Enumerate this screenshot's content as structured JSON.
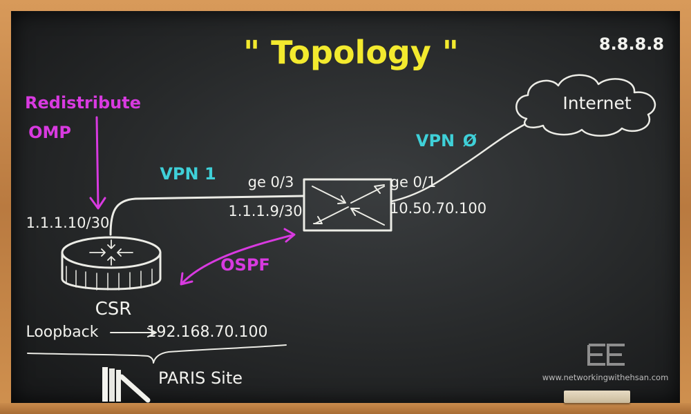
{
  "title": "\" Topology \"",
  "dns": "8.8.8.8",
  "internet": "Internet",
  "redistribute": "Redistribute",
  "omp": "OMP",
  "vpn1": "VPN 1",
  "vpn0": "VPN",
  "vpn0_num": "Ø",
  "ge03": "ge 0/3",
  "ge01": "ge 0/1",
  "ip_csr": "1.1.1.10/30",
  "ip_edge": "1.1.1.9/30",
  "ip_wan": "10.50.70.100",
  "ospf": "OSPF",
  "csr": "CSR",
  "loopback": "Loopback",
  "loopback_ip": "192.168.70.100",
  "site": "PARIS Site",
  "website": "www.networkingwithehsan.com",
  "colors": {
    "chalk_white": "#f2f2ee",
    "chalk_yellow": "#f3ea2e",
    "chalk_magenta": "#d83ae0",
    "chalk_cyan": "#3fd0d8"
  }
}
